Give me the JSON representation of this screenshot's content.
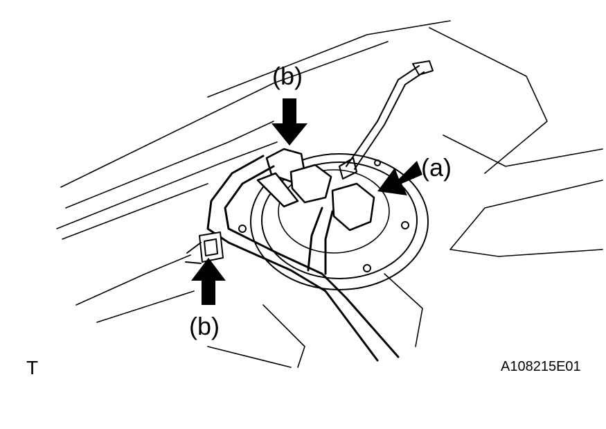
{
  "labels": {
    "b_top": "(b)",
    "a": "(a)",
    "b_bottom": "(b)"
  },
  "corner_mark": "T",
  "figure_code": "A108215E01",
  "colors": {
    "ink": "#000000",
    "paper": "#ffffff"
  },
  "icons": {
    "arrow_b_top": "down-arrow-icon",
    "arrow_a": "left-down-arrow-icon",
    "arrow_b_bottom": "up-arrow-icon"
  }
}
